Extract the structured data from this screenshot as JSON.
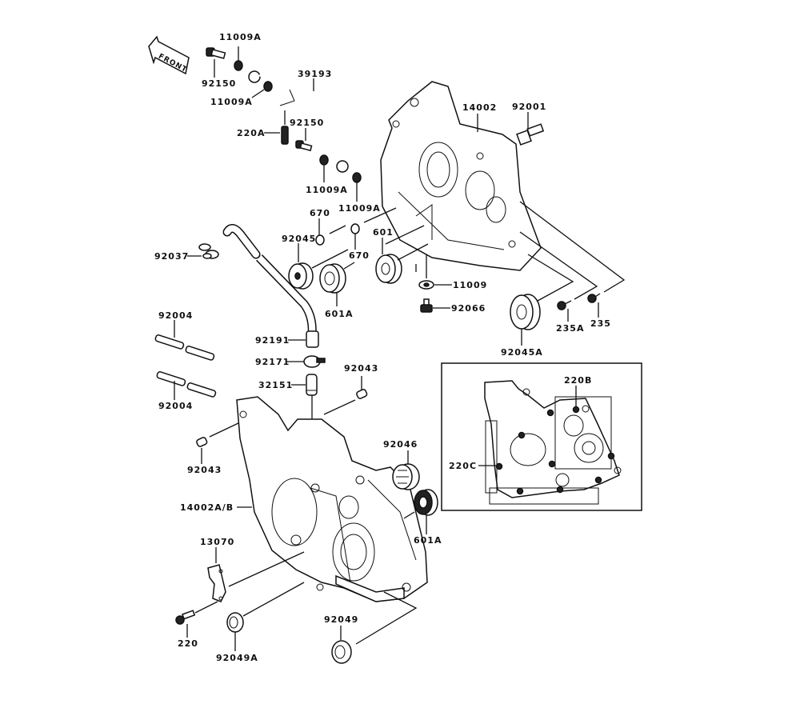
{
  "diagram": {
    "title": "Crankcase exploded parts diagram",
    "front_arrow": {
      "label": "FRONT",
      "icon": "front-direction-arrow-icon"
    },
    "labels": {
      "p11009A_1": "11009A",
      "p92150_1": "92150",
      "p11009A_2": "11009A",
      "p39193": "39193",
      "p220A": "220A",
      "p92150_2": "92150",
      "p11009A_3": "11009A",
      "p11009A_4": "11009A",
      "p14002": "14002",
      "p92001": "92001",
      "p670_1": "670",
      "p670_2": "670",
      "p92045": "92045",
      "p601": "601",
      "p601A_1": "601A",
      "p11009": "11009",
      "p92066": "92066",
      "p92045A": "92045A",
      "p235A": "235A",
      "p235": "235",
      "p92037": "92037",
      "p92004_1": "92004",
      "p92004_2": "92004",
      "p92191": "92191",
      "p92171": "92171",
      "p32151": "32151",
      "p92043_1": "92043",
      "p92043_2": "92043",
      "p92046": "92046",
      "p14002AB": "14002A/B",
      "p601A_2": "601A",
      "p13070": "13070",
      "p220": "220",
      "p92049A": "92049A",
      "p92049": "92049",
      "p220B": "220B",
      "p220C": "220C"
    },
    "inset": {
      "description": "Bolt location detail of crankcase",
      "callouts": [
        "220B",
        "220C"
      ]
    }
  }
}
